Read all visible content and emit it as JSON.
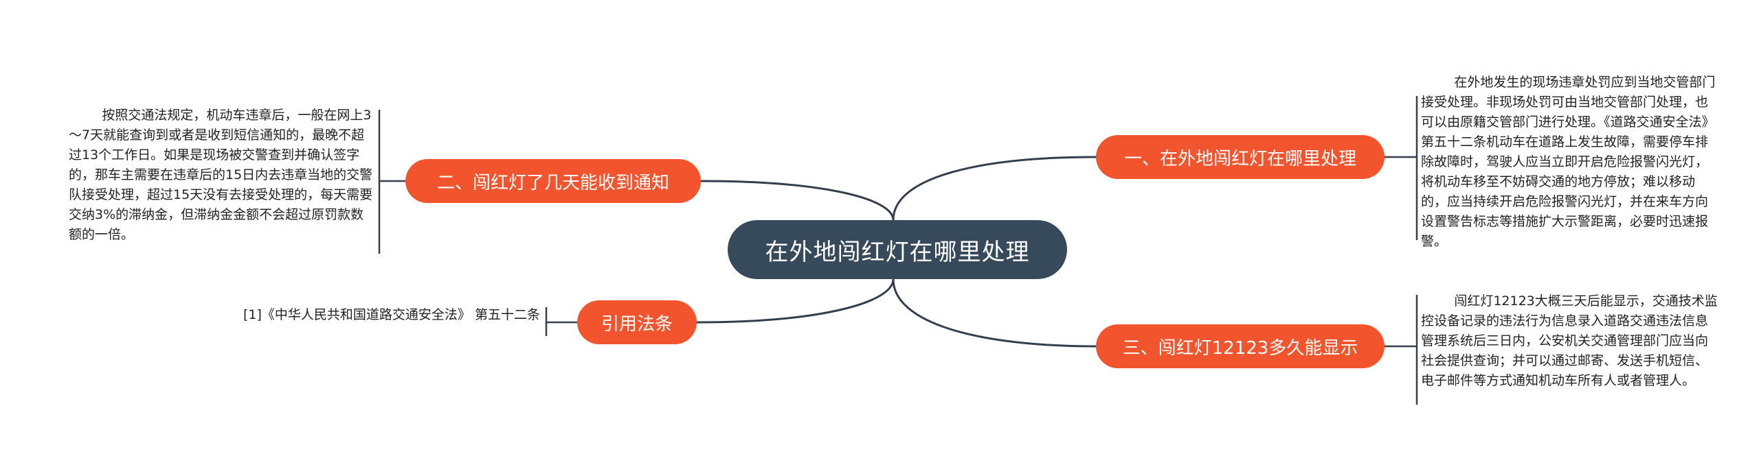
{
  "central": {
    "title": "在外地闯红灯在哪里处理"
  },
  "branches": {
    "right_1": {
      "label": "一、在外地闯红灯在哪里处理",
      "detail": "        在外地发生的现场违章处罚应到当地交管部门接受处理。非现场处罚可由当地交管部门处理，也可以由原籍交管部门进行处理。《道路交通安全法》第五十二条机动车在道路上发生故障，需要停车排除故障时，驾驶人应当立即开启危险报警闪光灯，将机动车移至不妨碍交通的地方停放；难以移动的，应当持续开启危险报警闪光灯，并在来车方向设置警告标志等措施扩大示警距离，必要时迅速报警。"
    },
    "right_3": {
      "label": "三、闯红灯12123多久能显示",
      "detail": "        闯红灯12123大概三天后能显示，交通技术监控设备记录的违法行为信息录入道路交通违法信息管理系统后三日内，公安机关交通管理部门应当向社会提供查询；并可以通过邮寄、发送手机短信、电子邮件等方式通知机动车所有人或者管理人。"
    },
    "left_2": {
      "label": "二、闯红灯了几天能收到通知",
      "detail": "        按照交通法规定，机动车违章后，一般在网上3～7天就能查询到或者是收到短信通知的，最晚不超过13个工作日。如果是现场被交警查到并确认签字的，那车主需要在违章后的15日内去违章当地的交警队接受处理，超过15天没有去接受处理的，每天需要交纳3%的滞纳金，但滞纳金金额不会超过原罚款数额的一倍。"
    },
    "left_ref": {
      "label": "引用法条",
      "detail": "[1]《中华人民共和国道路交通安全法》 第五十二条"
    }
  },
  "colors": {
    "central_fill": "#374a5b",
    "branch_fill": "#f2542d",
    "connector": "#333f4e",
    "background": "#ffffff"
  }
}
